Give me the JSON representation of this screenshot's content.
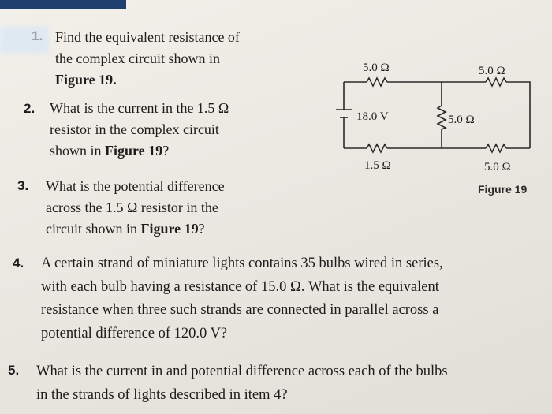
{
  "q1": {
    "number": "1.",
    "lines": [
      "Find the equivalent resistance of",
      "the complex circuit shown in"
    ],
    "figure_ref": "Figure 19."
  },
  "q2": {
    "number": "2.",
    "lines": [
      "What is the current in the 1.5 Ω",
      "resistor in the complex circuit"
    ],
    "line3_pre": "shown in ",
    "figure_ref": "Figure 19",
    "line3_post": "?"
  },
  "q3": {
    "number": "3.",
    "lines": [
      "What is the potential difference",
      "across the 1.5 Ω resistor in the"
    ],
    "line3_pre": "circuit shown in ",
    "figure_ref": "Figure 19",
    "line3_post": "?"
  },
  "q4": {
    "number": "4.",
    "lines": [
      "A certain strand of miniature lights contains 35 bulbs wired in series,",
      "with each bulb having a resistance of 15.0 Ω. What is the equivalent",
      "resistance when three such strands are connected in parallel across a",
      "potential difference of 120.0 V?"
    ]
  },
  "q5": {
    "number": "5.",
    "lines": [
      "What is the current in and potential difference across each of the bulbs",
      "in the strands of lights described in item 4?"
    ]
  },
  "figure": {
    "caption": "Figure 19",
    "labels": {
      "r_top_left": "5.0 Ω",
      "r_top_right": "5.0 Ω",
      "battery": "18.0 V",
      "r_middle": "5.0 Ω",
      "r_bottom_left": "1.5 Ω",
      "r_bottom_right": "5.0 Ω"
    }
  }
}
